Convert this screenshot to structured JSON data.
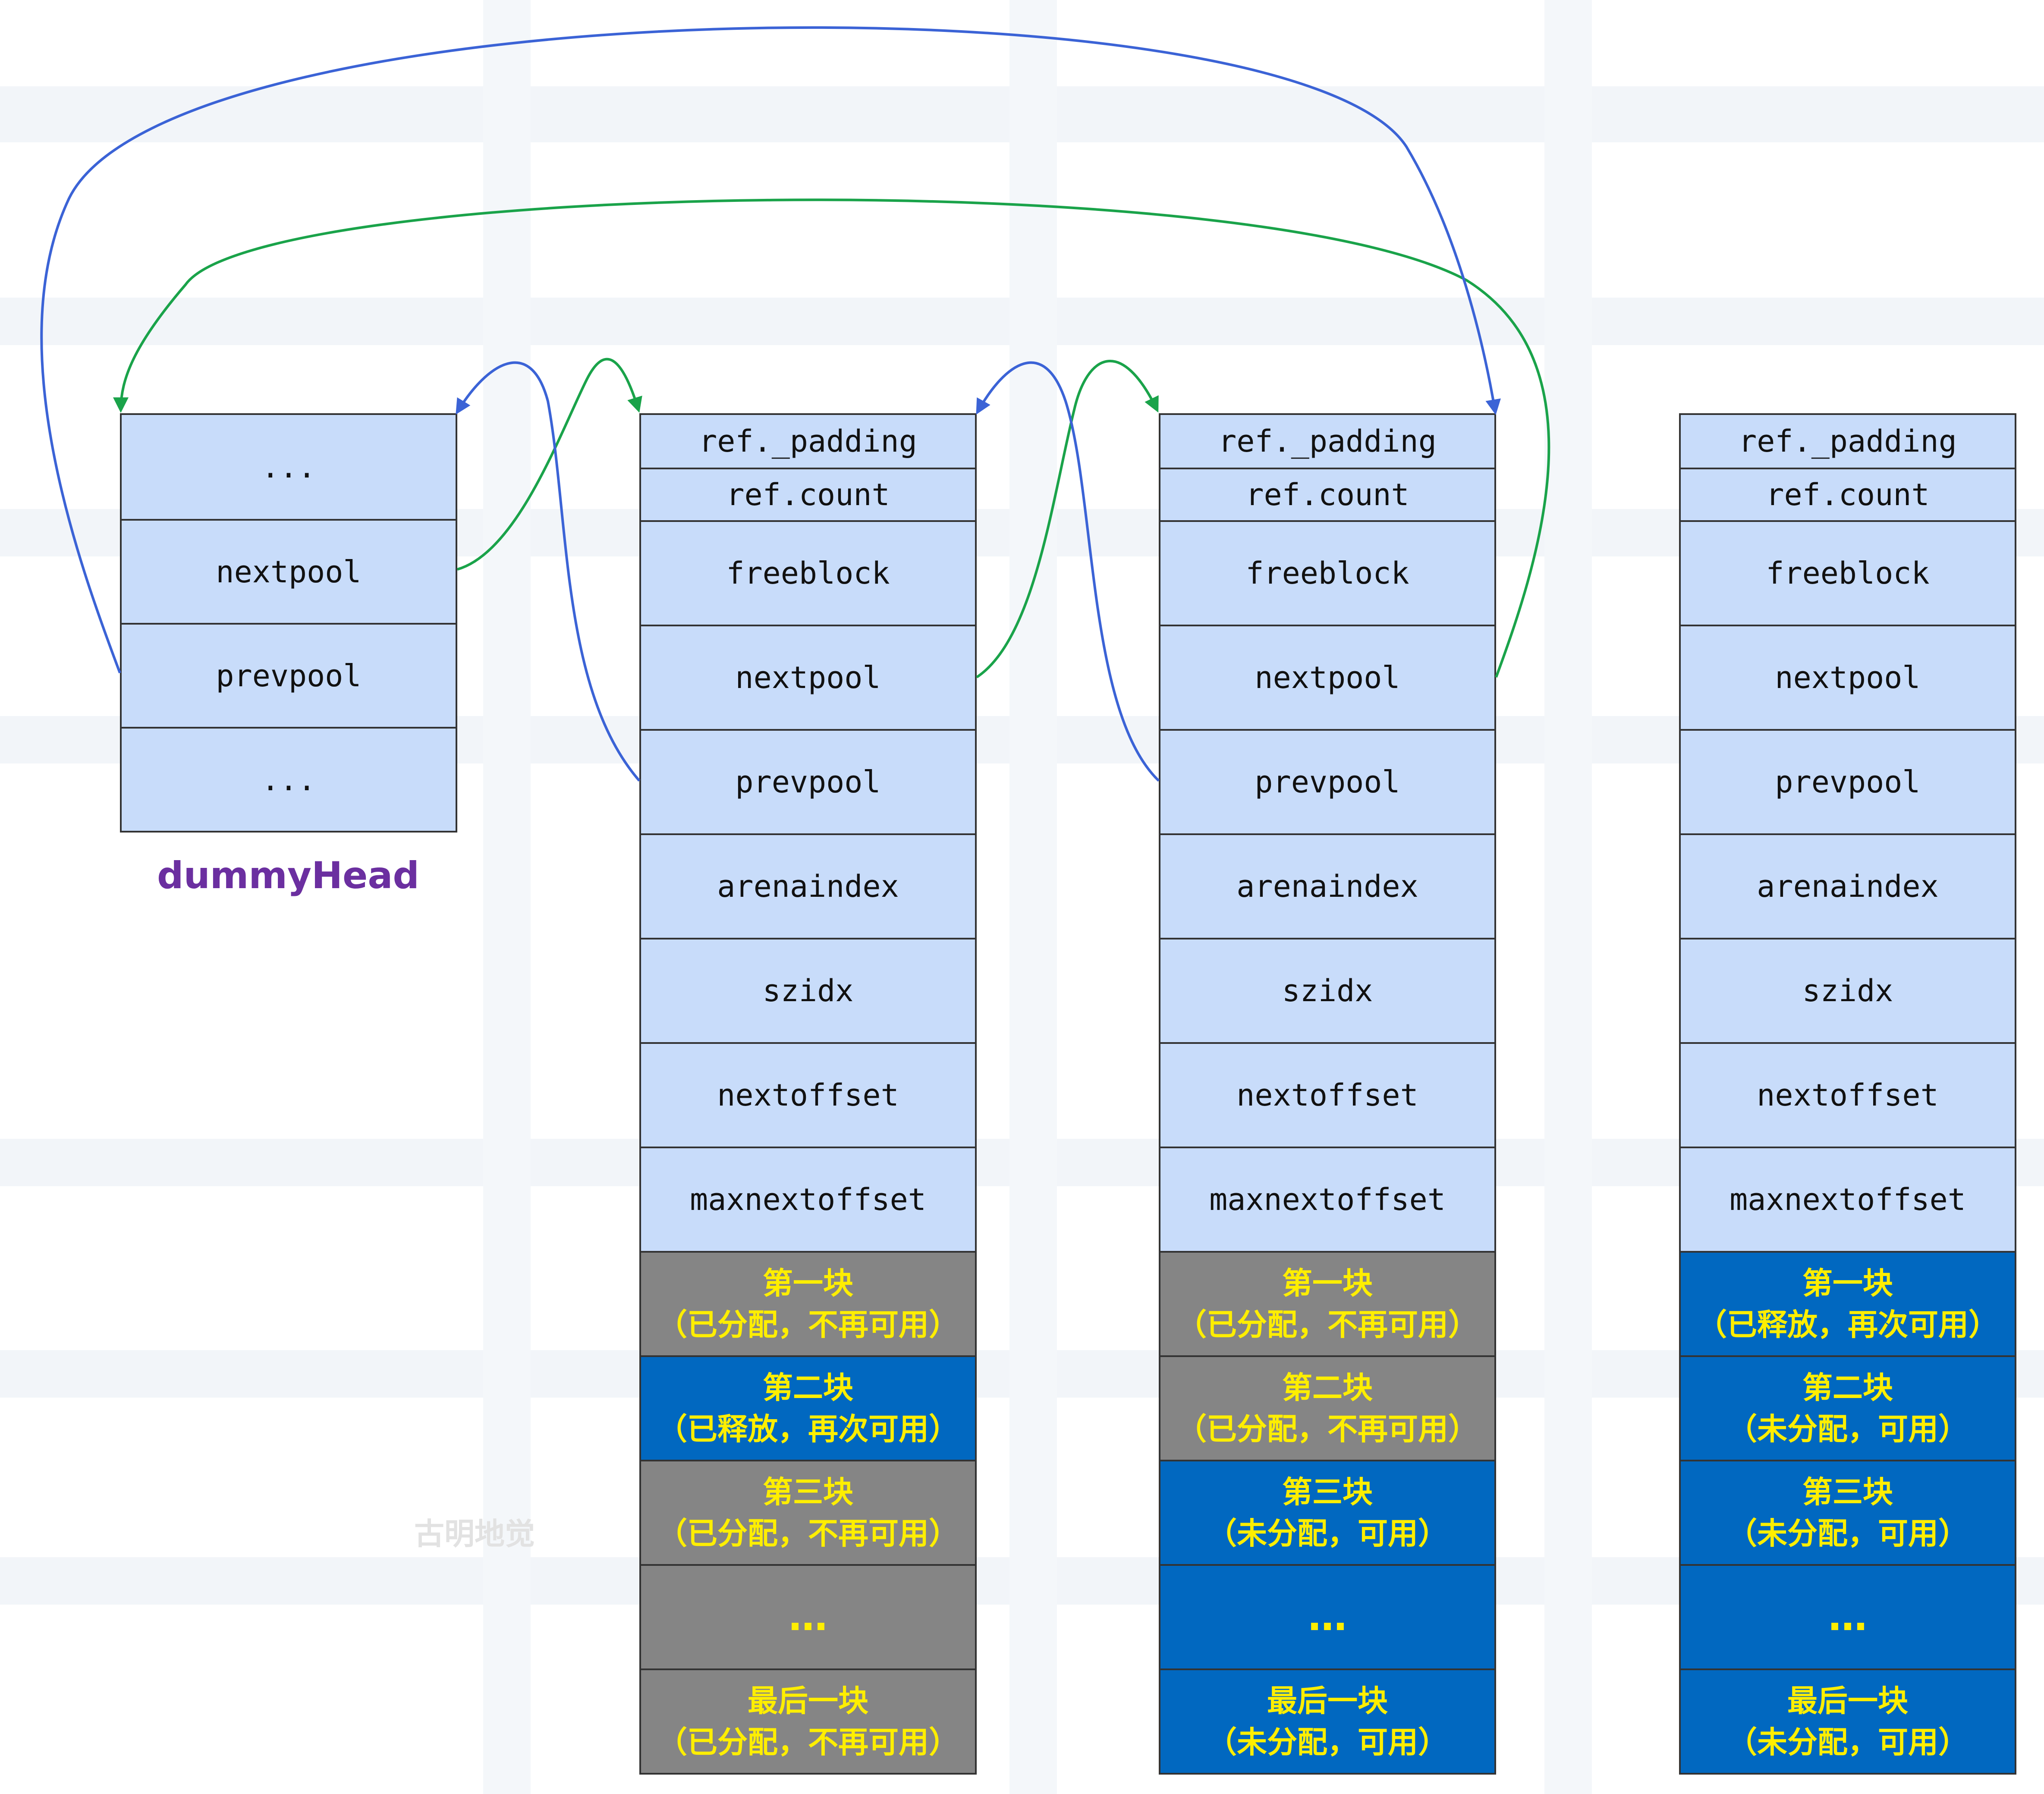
{
  "dummy_head": {
    "label": "dummyHead",
    "fields": [
      "...",
      "nextpool",
      "prevpool",
      "..."
    ]
  },
  "pools": [
    {
      "fields": [
        "ref._padding",
        "ref.count",
        "freeblock",
        "nextpool",
        "prevpool",
        "arenaindex",
        "szidx",
        "nextoffset",
        "maxnextoffset"
      ],
      "blocks": [
        {
          "title": "第一块",
          "status": "（已分配，不再可用）",
          "state": "used"
        },
        {
          "title": "第二块",
          "status": "（已释放，再次可用）",
          "state": "free"
        },
        {
          "title": "第三块",
          "status": "（已分配，不再可用）",
          "state": "used"
        },
        {
          "title": "…",
          "status": "",
          "state": "used"
        },
        {
          "title": "最后一块",
          "status": "（已分配，不再可用）",
          "state": "used"
        }
      ]
    },
    {
      "fields": [
        "ref._padding",
        "ref.count",
        "freeblock",
        "nextpool",
        "prevpool",
        "arenaindex",
        "szidx",
        "nextoffset",
        "maxnextoffset"
      ],
      "blocks": [
        {
          "title": "第一块",
          "status": "（已分配，不再可用）",
          "state": "used"
        },
        {
          "title": "第二块",
          "status": "（已分配，不再可用）",
          "state": "used"
        },
        {
          "title": "第三块",
          "status": "（未分配，可用）",
          "state": "free"
        },
        {
          "title": "…",
          "status": "",
          "state": "free"
        },
        {
          "title": "最后一块",
          "status": "（未分配，可用）",
          "state": "free"
        }
      ]
    },
    {
      "fields": [
        "ref._padding",
        "ref.count",
        "freeblock",
        "nextpool",
        "prevpool",
        "arenaindex",
        "szidx",
        "nextoffset",
        "maxnextoffset"
      ],
      "blocks": [
        {
          "title": "第一块",
          "status": "（已释放，再次可用）",
          "state": "free"
        },
        {
          "title": "第二块",
          "status": "（未分配，可用）",
          "state": "free"
        },
        {
          "title": "第三块",
          "status": "（未分配，可用）",
          "state": "free"
        },
        {
          "title": "…",
          "status": "",
          "state": "free"
        },
        {
          "title": "最后一块",
          "status": "（未分配，可用）",
          "state": "free"
        }
      ]
    }
  ],
  "watermark": "古明地觉",
  "colors": {
    "field_bg": "#c8dcfa",
    "used_bg": "#858585",
    "free_bg": "#0168c0",
    "block_text": "#ffee00",
    "next_link": "#1aa34a",
    "prev_link": "#3b63d6",
    "label": "#6b2fa0"
  }
}
